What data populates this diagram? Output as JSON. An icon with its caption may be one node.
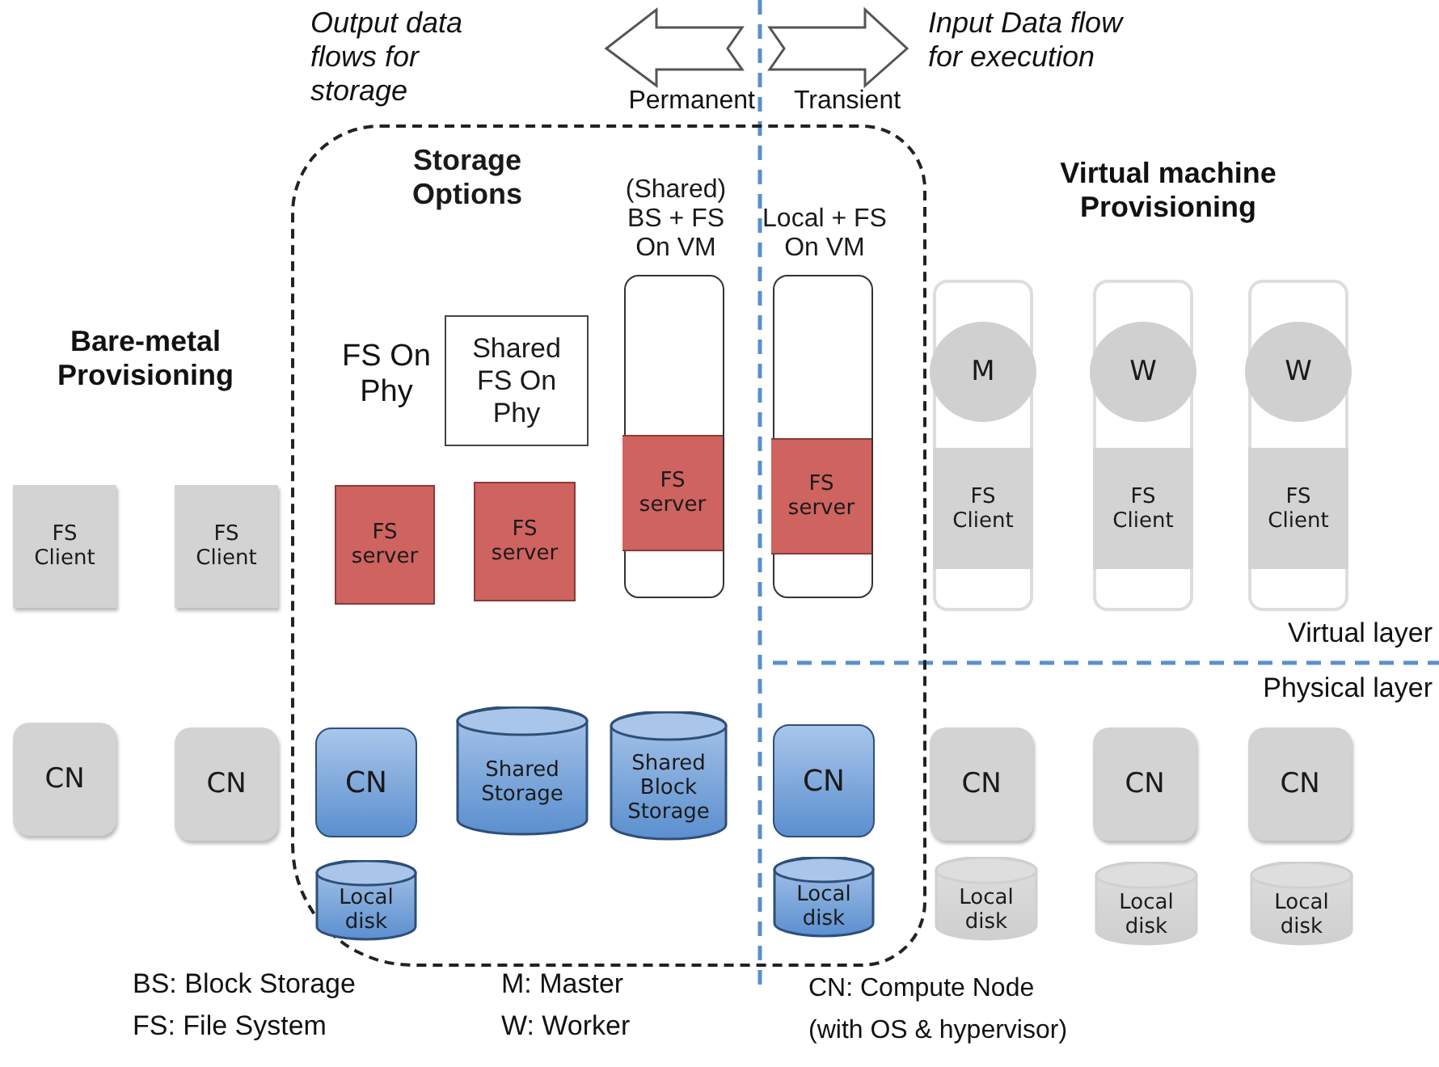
{
  "diagram": {
    "nodes": [
      {
        "text": [
          "Storage Options"
        ]
      },
      {
        "text": [
          "Shared FS On Phy"
        ],
        "in": 0
      },
      {
        "text": [
          "(Shared) BS + FS On VM"
        ],
        "in": 0
      },
      {
        "text": [
          "Local + FS On VM"
        ],
        "in": 0
      },
      {
        "text": [],
        "shape": "box"
      },
      {
        "text": [
          "M"
        ],
        "in": 4
      },
      {
        "text": [],
        "shape": "box"
      },
      {
        "text": [
          "W"
        ],
        "in": 6
      },
      {
        "text": [],
        "shape": "box"
      },
      {
        "text": [
          "W"
        ],
        "in": 8
      },
      {
        "text": [
          "FS Client"
        ]
      },
      {
        "text": [
          "FS Client"
        ]
      },
      {
        "text": [
          "FS server"
        ],
        "in": 0
      },
      {
        "text": [
          "FS server"
        ],
        "in": 0
      },
      {
        "text": [
          "FS server"
        ],
        "in": 2
      },
      {
        "text": [
          "FS server"
        ],
        "in": 3
      },
      {
        "text": [
          "FS Client"
        ],
        "in": 4
      },
      {
        "text": [
          "FS Client"
        ],
        "in": 6
      },
      {
        "text": [
          "FS Client"
        ],
        "in": 8
      },
      {
        "text": [
          "CN"
        ]
      },
      {
        "text": [
          "CN"
        ]
      },
      {
        "text": [
          "CN"
        ],
        "in": 0
      },
      {
        "text": [
          "Shared Storage"
        ],
        "in": 0
      },
      {
        "text": [
          "Shared Block Storage"
        ],
        "in": 0
      },
      {
        "text": [
          "CN"
        ],
        "in": 0
      },
      {
        "text": [
          "CN"
        ]
      },
      {
        "text": [
          "CN"
        ]
      },
      {
        "text": [
          "CN"
        ]
      },
      {
        "text": [
          "Local disk"
        ],
        "in": 0
      },
      {
        "text": [
          "Local disk"
        ],
        "in": 0
      },
      {
        "text": [
          "Local disk"
        ]
      },
      {
        "text": [
          "Local disk"
        ]
      },
      {
        "text": [
          "Local disk"
        ]
      }
    ],
    "labels": [
      "Output data flows for storage",
      "Input Data flow for execution",
      "Permanent",
      "Transient",
      "Virtual machine Provisioning",
      "Bare-metal Provisioning",
      "FS On Phy",
      "Virtual layer",
      "Physical layer",
      "BS: Block Storage",
      "M: Master",
      "CN: Compute Node (with OS & hypervisor)",
      "FS: File System",
      "W: Worker"
    ]
  }
}
